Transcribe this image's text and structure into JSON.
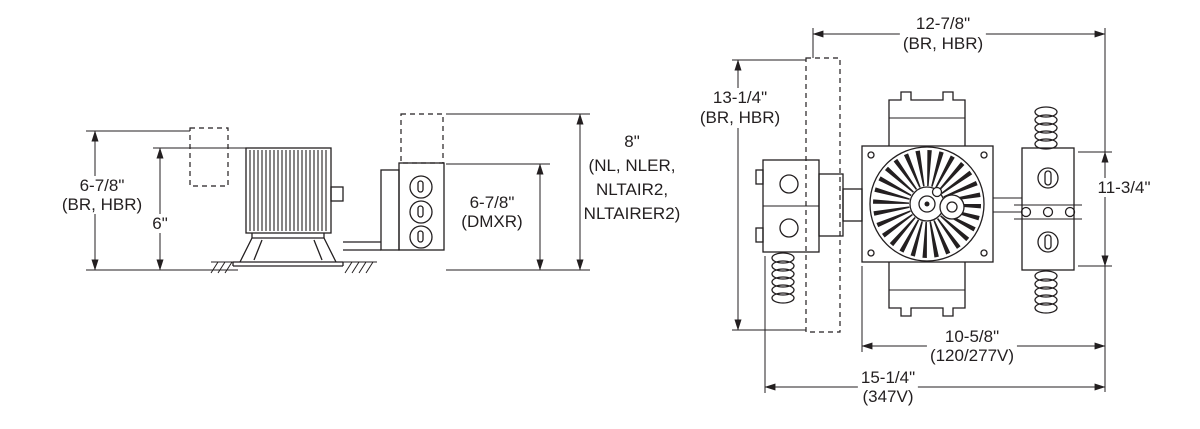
{
  "diagram": {
    "colors": {
      "line": "#231f20",
      "background": "#ffffff"
    },
    "side_view": {
      "dim_overall_height": "6-7/8\"",
      "dim_overall_height_models": "(BR, HBR)",
      "dim_recess_height": "6\"",
      "dim_dmxr_height": "6-7/8\"",
      "dim_dmxr_models": "(DMXR)",
      "dim_nl_height": "8\"",
      "dim_nl_models_1": "(NL, NLER,",
      "dim_nl_models_2": "NLTAIR2,",
      "dim_nl_models_3": "NLTAIRER2)"
    },
    "top_view": {
      "dim_width_top": "12-7/8\"",
      "dim_width_top_models": "(BR, HBR)",
      "dim_depth_left": "13-1/4\"",
      "dim_depth_left_models": "(BR, HBR)",
      "dim_depth_right": "11-3/4\"",
      "dim_width_inner": "10-5/8\"",
      "dim_width_inner_models": "(120/277V)",
      "dim_width_outer": "15-1/4\"",
      "dim_width_outer_models": "(347V)"
    }
  }
}
